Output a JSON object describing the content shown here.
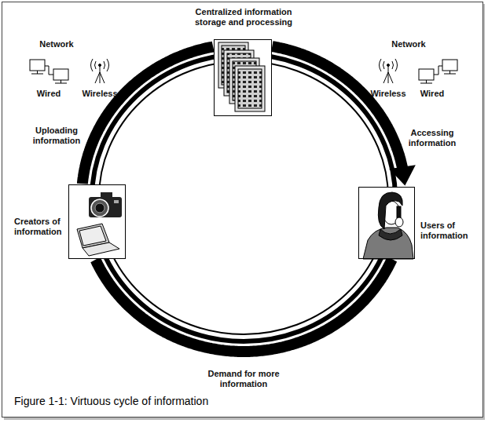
{
  "diagram": {
    "caption": "Figure 1-1: Virtuous cycle of information",
    "nodes": [
      {
        "text": [
          "Centralized information storage and processing"
        ]
      },
      {
        "text": [
          "Creators of information"
        ]
      },
      {
        "text": [
          "Users of information"
        ]
      }
    ],
    "edges": [
      {
        "from": 1,
        "to": 0,
        "label": "Uploading information",
        "arrow": "none"
      },
      {
        "from": 0,
        "to": 2,
        "label": "Accessing information",
        "arrow": "to"
      },
      {
        "from": 2,
        "to": 1,
        "label": "Demand for more information",
        "arrow": "none"
      }
    ],
    "labels": [
      "Network",
      "Wired",
      "Wireless",
      "Network",
      "Wireless",
      "Wired"
    ]
  }
}
